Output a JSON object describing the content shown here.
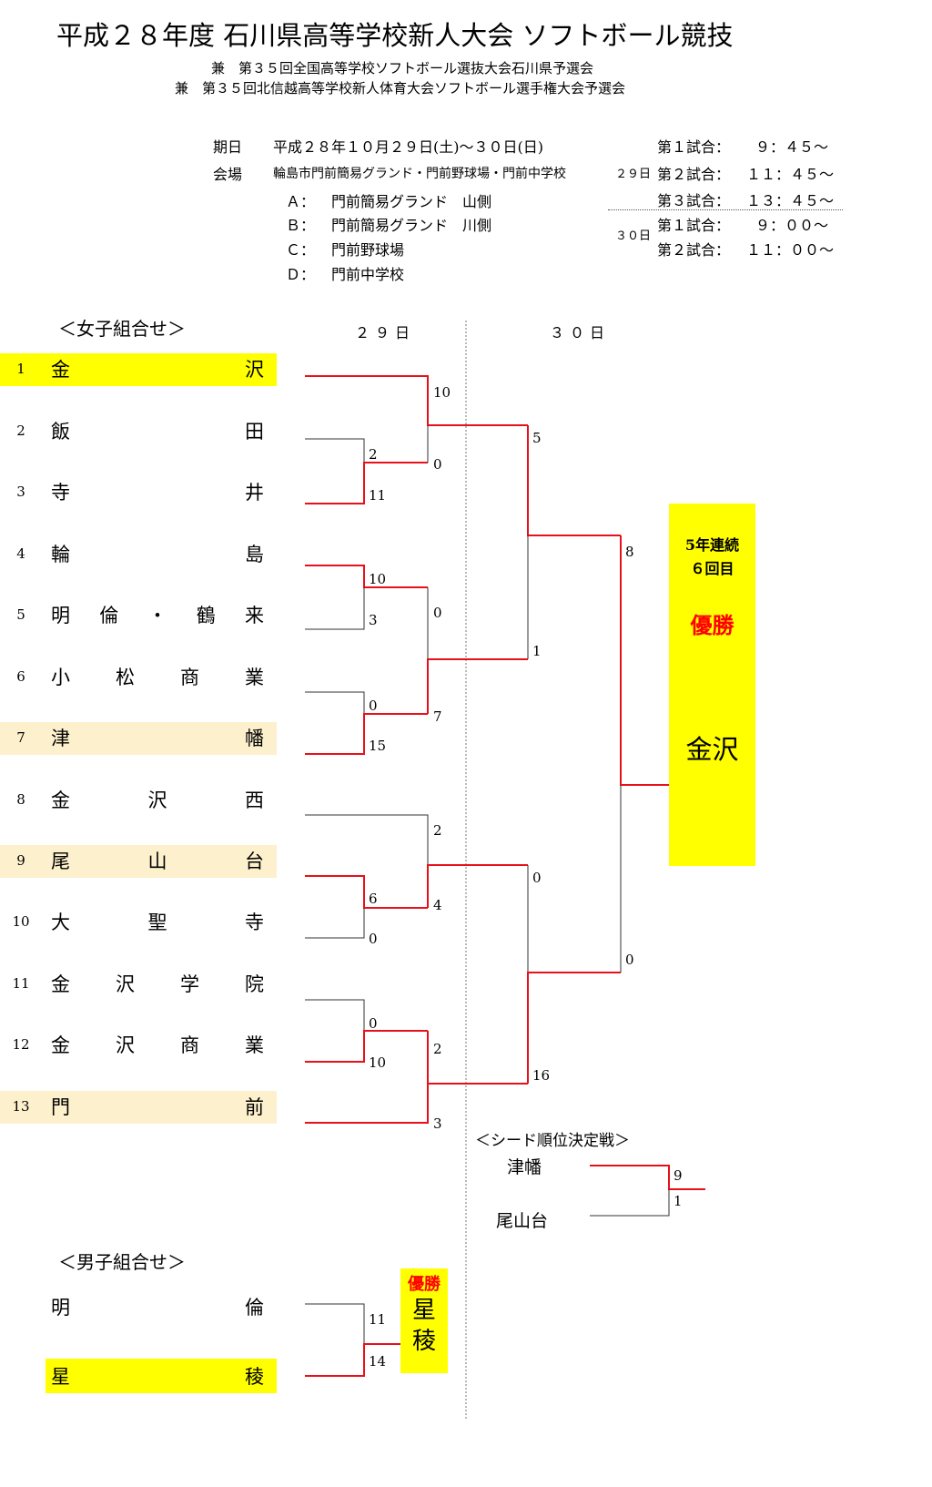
{
  "header": {
    "title": "平成２８年度 石川県高等学校新人大会 ソフトボール競技",
    "subtitle1": "兼　第３５回全国高等学校ソフトボール選抜大会石川県予選会",
    "subtitle2": "兼　第３５回北信越高等学校新人体育大会ソフトボール選手権大会予選会"
  },
  "info": {
    "date_label": "期日",
    "date_value": "平成２８年１０月２９日(土)～３０日(日)",
    "venue_label": "会場",
    "venue_value": "輪島市門前簡易グランド・門前野球場・門前中学校",
    "venues": [
      {
        "key": "Ａ：",
        "name": "門前簡易グランド　山側"
      },
      {
        "key": "Ｂ：",
        "name": "門前簡易グランド　川側"
      },
      {
        "key": "Ｃ：",
        "name": "門前野球場"
      },
      {
        "key": "Ｄ：",
        "name": "門前中学校"
      }
    ],
    "schedule": {
      "day29_label": "２９日",
      "day30_label": "３０日",
      "day29": [
        {
          "label": "第１試合：",
          "time": "９：４５～"
        },
        {
          "label": "第２試合：",
          "time": "１１：４５～"
        },
        {
          "label": "第３試合：",
          "time": "１３：４５～"
        }
      ],
      "day30": [
        {
          "label": "第１試合：",
          "time": "９：００～"
        },
        {
          "label": "第２試合：",
          "time": "１１：００～"
        }
      ]
    }
  },
  "girls": {
    "heading": "＜女子組合せ＞",
    "day1": "２９日",
    "day2": "３０日",
    "teams": [
      {
        "no": "1",
        "chars": [
          "金",
          "沢"
        ]
      },
      {
        "no": "2",
        "chars": [
          "飯",
          "田"
        ]
      },
      {
        "no": "3",
        "chars": [
          "寺",
          "井"
        ]
      },
      {
        "no": "4",
        "chars": [
          "輪",
          "島"
        ]
      },
      {
        "no": "5",
        "chars": [
          "明",
          "倫",
          "・",
          "鶴",
          "来"
        ]
      },
      {
        "no": "6",
        "chars": [
          "小",
          "松",
          "商",
          "業"
        ]
      },
      {
        "no": "7",
        "chars": [
          "津",
          "幡"
        ]
      },
      {
        "no": "8",
        "chars": [
          "金",
          "沢",
          "西"
        ]
      },
      {
        "no": "9",
        "chars": [
          "尾",
          "山",
          "台"
        ]
      },
      {
        "no": "10",
        "chars": [
          "大",
          "聖",
          "寺"
        ]
      },
      {
        "no": "11",
        "chars": [
          "金",
          "沢",
          "学",
          "院"
        ]
      },
      {
        "no": "12",
        "chars": [
          "金",
          "沢",
          "商",
          "業"
        ]
      },
      {
        "no": "13",
        "chars": [
          "門",
          "前"
        ]
      }
    ],
    "scores": {
      "r1_2v3": [
        "2",
        "11"
      ],
      "r1_4v5": [
        "10",
        "3"
      ],
      "r1_6v7": [
        "0",
        "15"
      ],
      "r1_9v10": [
        "6",
        "0"
      ],
      "r1_11v12": [
        "0",
        "10"
      ],
      "r2_1": [
        "10",
        "0"
      ],
      "r2_2": [
        "0",
        "7"
      ],
      "r2_3": [
        "2",
        "4"
      ],
      "r2_4": [
        "2",
        "3"
      ],
      "sf_1": [
        "5",
        "1"
      ],
      "sf_2": [
        "0",
        "16"
      ],
      "final": [
        "8",
        "0"
      ]
    },
    "champion": {
      "streak": "5年連続",
      "count": "６回目",
      "label": "優勝",
      "team": "金沢"
    },
    "seed": {
      "heading": "＜シード順位決定戦＞",
      "team1": "津幡",
      "team2": "尾山台",
      "score1": "9",
      "score2": "1"
    }
  },
  "boys": {
    "heading": "＜男子組合せ＞",
    "teams": [
      {
        "chars": [
          "明",
          "倫"
        ]
      },
      {
        "chars": [
          "星",
          "稜"
        ]
      }
    ],
    "scores": [
      "11",
      "14"
    ],
    "champion": {
      "label": "優勝",
      "team_line1": "星",
      "team_line2": "稜"
    }
  },
  "colors": {
    "winner_line": "#e8101a",
    "loser_line": "#333333",
    "highlight_yellow": "#ffff00",
    "highlight_tan": "#fdf0cc",
    "champion_text": "#ff0000"
  }
}
